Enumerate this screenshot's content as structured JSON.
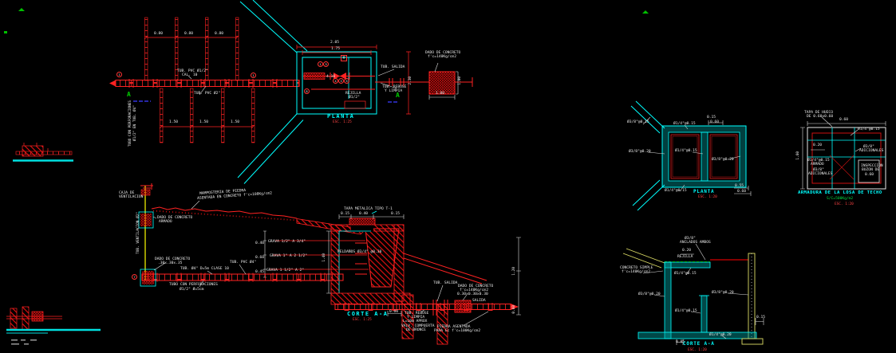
{
  "colors": {
    "bg": "#000000",
    "red": "#ff2222",
    "cyan": "#00ffff",
    "teal": "#00a0a0",
    "white": "#e9e9e9",
    "green": "#00dd44",
    "yellow": "#ffff00",
    "blue": "#3333dd"
  },
  "plan1": {
    "title": "PLANTA",
    "scale": "ESC. 1:25",
    "dim_top": [
      "0.80",
      "0.80",
      "0.80"
    ],
    "dim_bot": [
      "1.50",
      "1.50",
      "1.50"
    ],
    "dim_w_outer": "2.05",
    "dim_w_inner": "1.75",
    "dim_h": "2.30",
    "dim_410": "4.10",
    "dado_dim_w": "1.00",
    "dado_dim_h": "1.00",
    "lbl_tub12_1": "TUB. PVC Ø1/2\"",
    "lbl_tub12_2": "CAL. 10",
    "lbl_tub2": "TUB. PVC Ø2\"",
    "lbl_perf_1": "TUBO CON PERFORACIONES",
    "lbl_perf_2": "Ø1/2\" EN TUB. Ø4\"",
    "lbl_rejilla_1": "REJILLA",
    "lbl_rejilla_2": "Ø1/2\"",
    "lbl_salida": "TUB. SALIDA",
    "lbl_rebose_1": "TUB. REBOSE",
    "lbl_rebose_2": "Y LIMPIA",
    "lbl_dado_1": "DADO DE CONCRETO",
    "lbl_dado_2": "f'c=140Kg/cm2",
    "mk_left": "1",
    "mk_right": "1",
    "mk_a": "1",
    "mk_b": "3",
    "mk_c": "4",
    "mk_d": "3",
    "mk_e": "5",
    "mk_8": "8",
    "mk_box": "M",
    "sec_a_left": "A",
    "sec_a_right": "A"
  },
  "corte1": {
    "title": "CORTE A-A",
    "scale": "ESC. 1:25",
    "lbl_vent_1": "CAJA DE",
    "lbl_vent_2": "VENTILACION",
    "lbl_vent_pipe": "TUB. VENTILACION Ø2\"",
    "lbl_mamp_1": "MAMPOSTERIA DE PIEDRA",
    "lbl_mamp_2": "ASENTADA EN CONCRETO f'c=100Kg/cm2",
    "lbl_dado_sup_1": "DADO DE CONCRETO",
    "lbl_dado_sup_2": "ARMADO",
    "lbl_dado_inf_1": "DADO DE CONCRETO",
    "lbl_dado_inf_2": ".30x.30x.35",
    "lbl_tapa": "TAPA METALICA TIPO T-1",
    "lbl_peld": "PELDAÑOS Ø3/4\" @0.30",
    "lbl_tubpvc": "TUB. PVC Ø4\"",
    "lbl_tubd": "TUB. Ø4\" D=5m CLASE 10",
    "lbl_perf_1": "TUBO CON PERFORACIONES",
    "lbl_perf_2": "Ø1/2\" Ø=5cm",
    "grava": [
      "GRAVA 1/2\" A 3/4\"",
      "GRAVA 1\" A 2 1/2\"",
      "GRAVA 1 1/2\" A 2\""
    ],
    "grava_dims": [
      "0.40",
      "0.60",
      "0.45"
    ],
    "dim_015a": "0.15",
    "dim_040": "0.40",
    "dim_015b": "0.15",
    "dim_140": "1.40",
    "dim_060box": "0.60",
    "dim_120": "1.20",
    "dim_060r": "0.60",
    "lbl_tubsal": "TUB. SALIDA",
    "lbl_reb_1": "TUB. REBOSE",
    "lbl_reb_2": "Y LIMPIA",
    "lbl_reb_3": "L=10m APROX",
    "lbl_valv_1": "VALV. COMPUERTA",
    "lbl_valv_2": "DE BRONCE",
    "lbl_dado3_1": "DADO DE CONCRETO",
    "lbl_dado3_2": "f'c=140Kg/cm2",
    "lbl_dado3_3": "0.30x0.30x0.30",
    "lbl_piedra_1": "PIEDRA ASENTADA",
    "lbl_piedra_2": "PARA Ec f'c=100Kg/cm2",
    "lbl_salida": "SALIDA",
    "mk_7": "7"
  },
  "plan2": {
    "title": "PLANTA",
    "scale": "ESC. 1:20",
    "lbl_tl": "Ø3/8\"@0.15",
    "lbl_top": "Ø1/4\"@0.15",
    "lbl_left": "Ø3/8\"@0.20",
    "lbl_center": "Ø1/4\"@0.15",
    "lbl_right": "Ø3/8\"@0.20",
    "lbl_bottom": "Ø1/4\"@0.15",
    "dim_015": "0.15",
    "dim_060": "0.60",
    "dim_055": "0.55",
    "dim_060b": "0.60"
  },
  "losa": {
    "title": "ARMADURA DE LA LOSA DE TECHO",
    "sc": "S/C=500Kg/m2",
    "scale": "ESC. 1:20",
    "lbl_tapa_1": "TAPA DE HUECO",
    "lbl_tapa_2": "DE 0.60x0.60",
    "lbl_r1": "Ø1/4\"@0.15",
    "lbl_r2_1": "Ø3/8\"",
    "lbl_r2_2": "ADICIONALES",
    "lbl_l1_1": "Ø1/4\"@0.15",
    "lbl_l1_2": "ARMADO",
    "lbl_l2_1": "Ø3/8\"",
    "lbl_l2_2": "ADICIONALES",
    "box_1": "INSPECCION",
    "box_2": "BUZON DE",
    "box_3": "0.60",
    "dim_060": "0.60",
    "dim_020": "0.20",
    "dim_160": "1.60"
  },
  "corte2": {
    "title": "CORTE A-A",
    "scale": "ESC. 1:20",
    "lbl_anc_1": "Ø3/8\"",
    "lbl_anc_2": "ANCLADOS AMBOS",
    "dim_020": "0.20",
    "lbl_rej": "REJILLA",
    "lbl_conc_1": "CONCRETO SIMPLE",
    "lbl_conc_2": "f'c=140Kg/cm2",
    "lbl_losa": "Ø1/4\"@0.15",
    "lbl_lw": "Ø3/8\"@0.20",
    "lbl_rw": "Ø3/8\"@0.20",
    "lbl_baf": "Ø1/4\"@0.15",
    "lbl_fondo": "Ø1/4\"@0.20",
    "dim_005": "0.05",
    "dim_015": "0.15"
  }
}
